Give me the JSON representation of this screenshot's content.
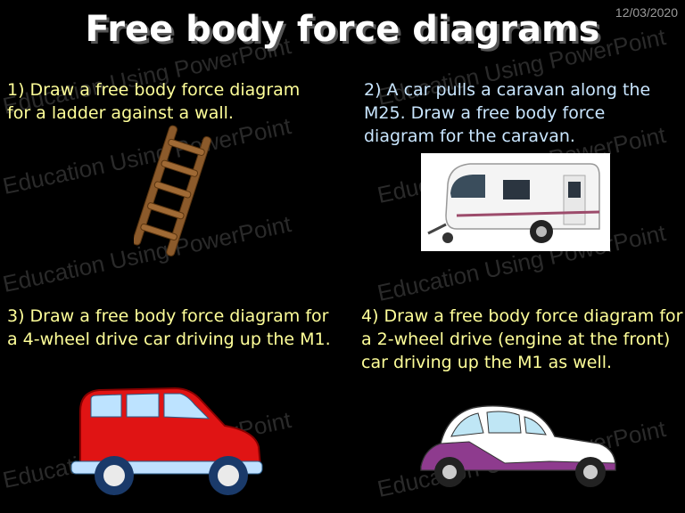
{
  "slide": {
    "date": "12/03/2020",
    "title": "Free body force diagrams",
    "watermark": "Education Using PowerPoint",
    "questions": [
      {
        "text": "1)  Draw a free body force diagram for a ladder against a wall."
      },
      {
        "text": "2)  A car pulls a caravan along the M25.  Draw a free body force diagram for the caravan."
      },
      {
        "text": "3)  Draw a free body force diagram for a 4-wheel drive car driving up the M1."
      },
      {
        "text": "4)  Draw a free body force diagram for a 2-wheel drive (engine at the front) car driving up the M1 as well."
      }
    ],
    "images": {
      "q1": "ladder-image",
      "q2": "caravan-image",
      "q3": "red-car-image",
      "q4": "classic-car-image"
    },
    "colors": {
      "background": "#000000",
      "title": "#ffffff",
      "question_yellow": "#ffff99",
      "question_blue": "#c9e6ff"
    }
  }
}
